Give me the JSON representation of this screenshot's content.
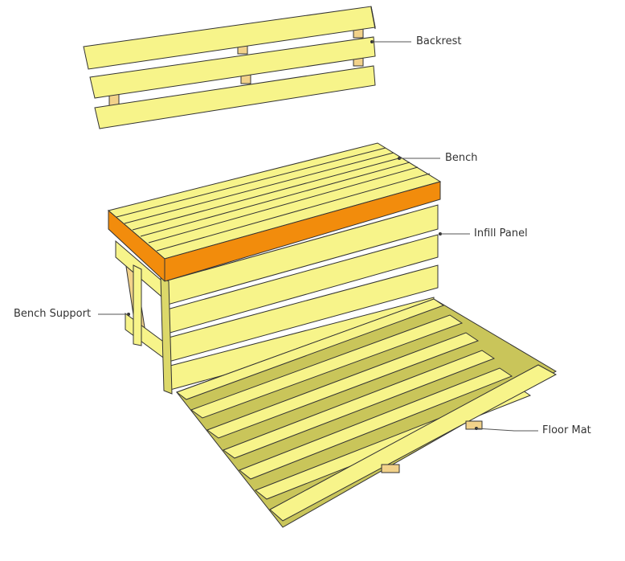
{
  "labels": {
    "backrest": "Backrest",
    "bench": "Bench",
    "infill_panel": "Infill Panel",
    "bench_support": "Bench Support",
    "floor_mat": "Floor Mat"
  },
  "colors": {
    "wood": "#f7f48a",
    "highlight": "#f28c0c",
    "support": "#f2d28a"
  }
}
